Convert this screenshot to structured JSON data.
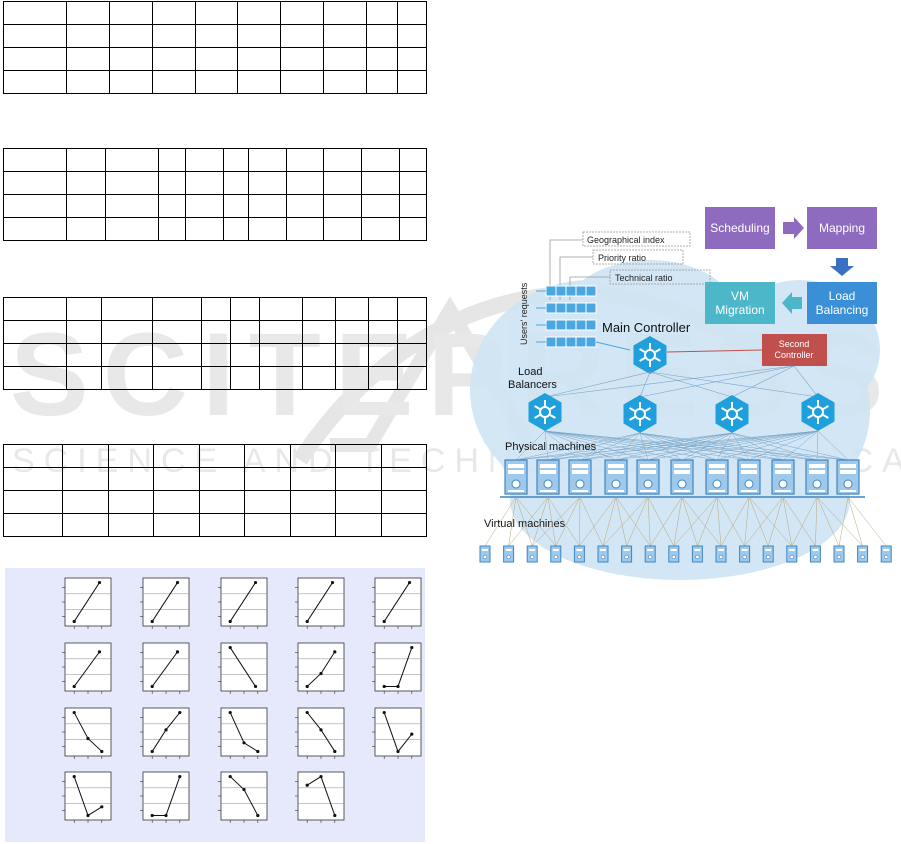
{
  "tables": [
    {
      "rows": 4,
      "name": "table-1"
    },
    {
      "rows": 4,
      "name": "table-2"
    },
    {
      "rows": 4,
      "name": "table-3"
    },
    {
      "rows": 4,
      "name": "table-4"
    }
  ],
  "mini_plots": [
    [
      [
        0.0,
        1.0
      ],
      [
        1.0,
        0.0
      ]
    ],
    [
      [
        0.0,
        1.0
      ],
      [
        1.0,
        0.0
      ]
    ],
    [
      [
        0.0,
        1.0
      ],
      [
        1.0,
        0.0
      ]
    ],
    [
      [
        0.0,
        1.0
      ],
      [
        1.0,
        0.0
      ]
    ],
    [
      [
        0.0,
        1.0
      ],
      [
        1.0,
        0.0
      ]
    ]
  ],
  "mini_plot_values": [
    [
      0.05,
      0.95
    ],
    [
      0.05,
      0.95
    ],
    [
      0.05,
      0.95
    ],
    [
      0.05,
      0.95
    ],
    [
      0.05,
      0.95
    ],
    [
      0.05,
      0.85
    ],
    [
      0.05,
      0.85
    ],
    [
      0.95,
      0.05
    ],
    [
      0.05,
      0.35,
      0.85
    ],
    [
      0.05,
      0.05,
      0.95
    ],
    [
      0.95,
      0.35,
      0.05
    ],
    [
      0.05,
      0.55,
      0.95
    ],
    [
      0.95,
      0.25,
      0.05
    ],
    [
      0.95,
      0.55,
      0.05
    ],
    [
      0.95,
      0.05,
      0.45
    ],
    [
      0.95,
      0.05,
      0.25
    ],
    [
      0.05,
      0.05,
      0.95
    ],
    [
      0.95,
      0.65,
      0.05
    ],
    [
      0.75,
      0.95,
      0.05
    ]
  ],
  "diagram": {
    "scheduling": "Scheduling",
    "mapping": "Mapping",
    "load_balancing": "Load Balancing",
    "vm_migration": "VM Migration",
    "geographical_index": "Geographical index",
    "priority_ratio": "Priority ratio",
    "technical_ratio": "Technical ratio",
    "users_requests": "Users' requests",
    "main_controller": "Main Controller",
    "second_controller": "Second Controller",
    "load_balancers": "Load Balancers",
    "physical_machines": "Physical machines",
    "virtual_machines": "Virtual machines"
  },
  "watermark": {
    "line1": "SCITEPRESS",
    "line2": "SCIENCE AND TECHNOLOGY PUBLICATIONS"
  },
  "colors": {
    "scheduling": "#8e6bbf",
    "mapping": "#8e6bbf",
    "load_balancing": "#3a8fd6",
    "vm_migration": "#4cb7c9",
    "second_controller": "#c0504d",
    "cloud": "#cfe4f4",
    "node": "#1fa0dc",
    "panel": "#e6e8fb"
  }
}
